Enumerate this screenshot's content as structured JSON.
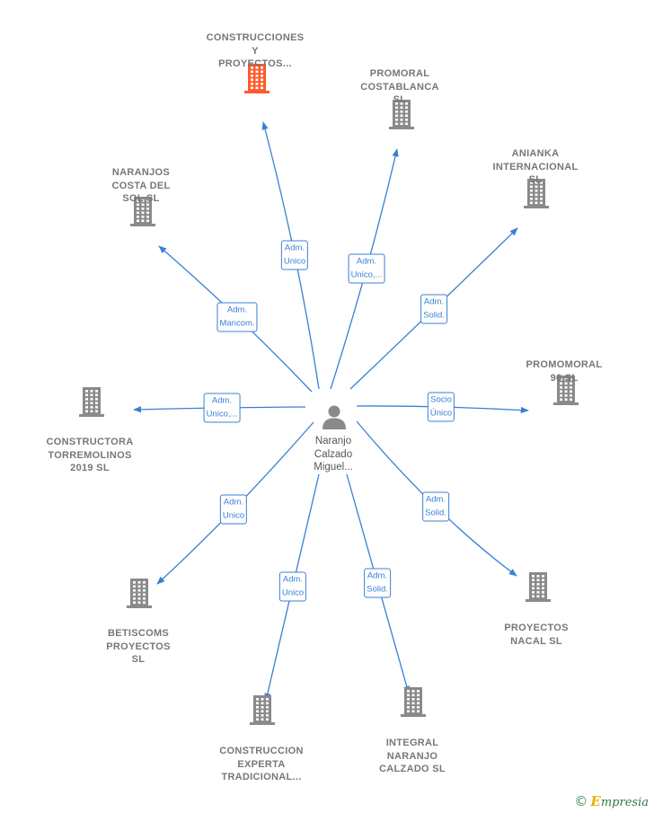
{
  "center": {
    "name": "Naranjo\nCalzado\nMiguel..."
  },
  "colors": {
    "edge": "#3a7fd5",
    "building": "#8a8a8a",
    "building_highlight": "#ff5a2c"
  },
  "companies": [
    {
      "id": "construcciones",
      "name": "CONSTRUCCIONES\nY\nPROYECTOS...",
      "role": "Adm.\nUnico",
      "highlight": true
    },
    {
      "id": "promoral",
      "name": "PROMORAL\nCOSTABLANCA\nSL",
      "role": "Adm.\nUnico,...",
      "highlight": false
    },
    {
      "id": "anianka",
      "name": "ANIANKA\nINTERNACIONAL\nSL",
      "role": "Adm.\nSolid.",
      "highlight": false
    },
    {
      "id": "promomoral",
      "name": "PROMOMORAL\n96 SL",
      "role": "Socio\nÚnico",
      "highlight": false
    },
    {
      "id": "nacal",
      "name": "PROYECTOS\nNACAL SL",
      "role": "Adm.\nSolid.",
      "highlight": false
    },
    {
      "id": "integral",
      "name": "INTEGRAL\nNARANJO\nCALZADO SL",
      "role": "Adm.\nSolid.",
      "highlight": false
    },
    {
      "id": "experta",
      "name": "CONSTRUCCION\nEXPERTA\nTRADICIONAL...",
      "role": "Adm.\nUnico",
      "highlight": false
    },
    {
      "id": "betiscoms",
      "name": "BETISCOMS\nPROYECTOS\nSL",
      "role": "Adm.\nUnico",
      "highlight": false
    },
    {
      "id": "torremolinos",
      "name": "CONSTRUCTORA\nTORREMOLINOS\n2019 SL",
      "role": "Adm.\nUnico,...",
      "highlight": false
    },
    {
      "id": "naranjos",
      "name": "NARANJOS\nCOSTA DEL\nSOL SL",
      "role": "Adm.\nMancom.",
      "highlight": false
    }
  ],
  "footer": {
    "copyright": "©",
    "brand_initial": "E",
    "brand_rest": "mpresia"
  }
}
